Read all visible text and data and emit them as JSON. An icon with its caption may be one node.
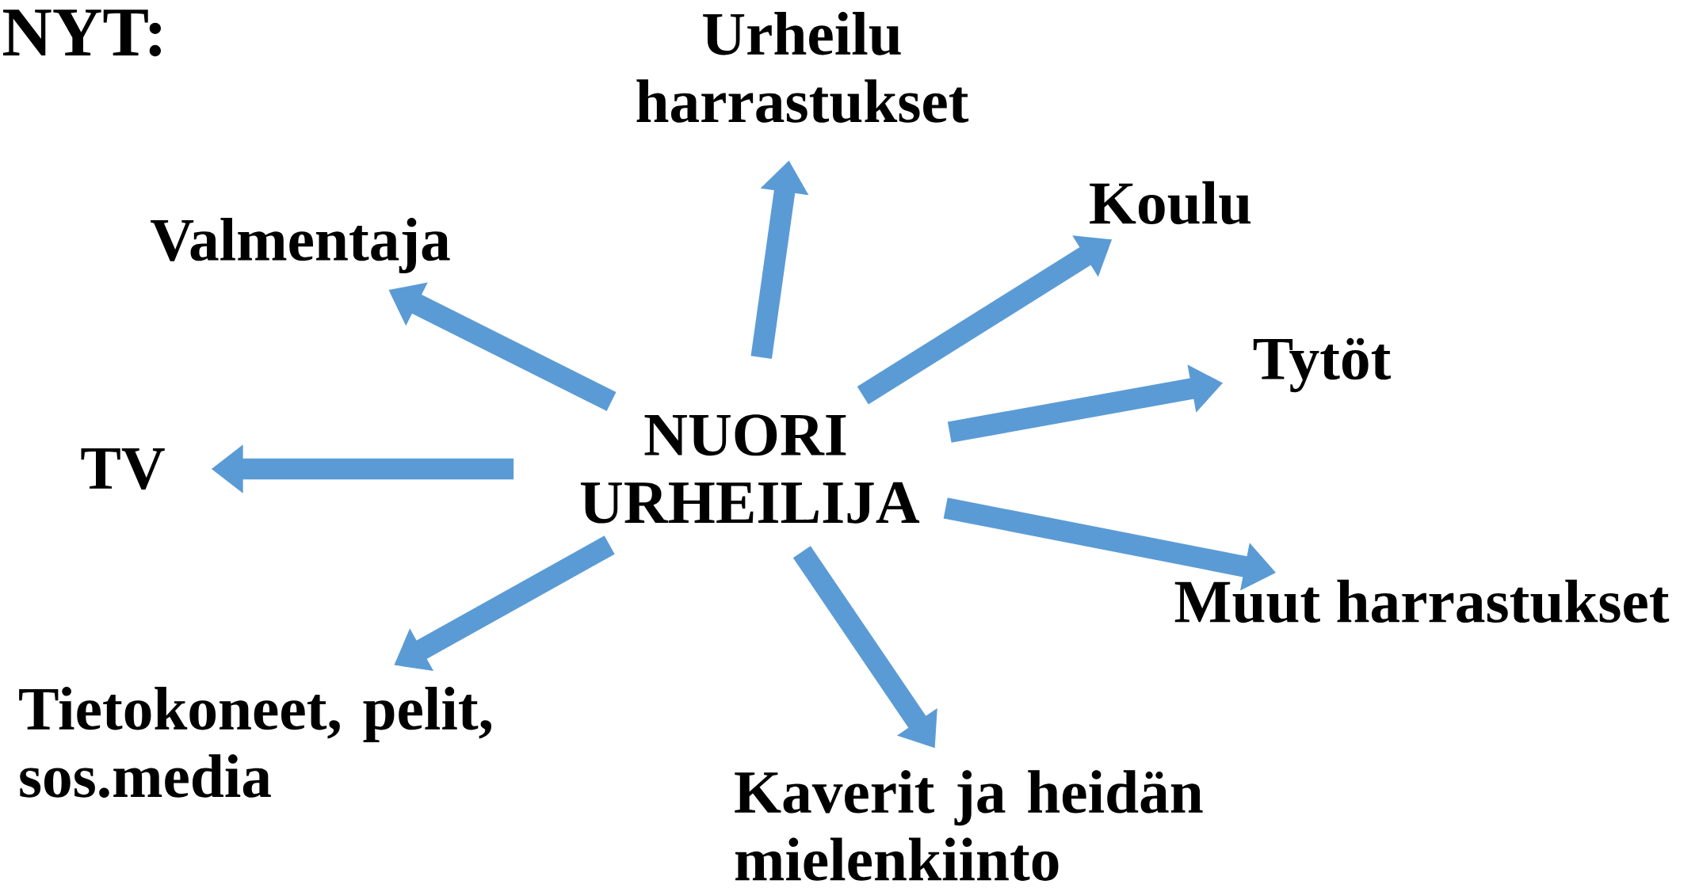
{
  "diagram": {
    "title": "NYT:",
    "nodes": [
      {
        "text": [
          "NUORI URHEILIJA"
        ]
      },
      {
        "text": [
          "Urheilu harrastukset"
        ]
      },
      {
        "text": [
          "Koulu"
        ]
      },
      {
        "text": [
          "Tytöt"
        ]
      },
      {
        "text": [
          "Muut harrastukset"
        ]
      },
      {
        "text": [
          "Kaverit ja heidän mielenkiinto"
        ]
      },
      {
        "text": [
          "Tietokoneet, pelit, sos.media"
        ]
      },
      {
        "text": [
          "TV"
        ]
      },
      {
        "text": [
          "Valmentaja"
        ]
      }
    ],
    "edges": [
      {
        "from": 0,
        "to": 1,
        "arrow": "to"
      },
      {
        "from": 0,
        "to": 2,
        "arrow": "to"
      },
      {
        "from": 0,
        "to": 3,
        "arrow": "to"
      },
      {
        "from": 0,
        "to": 4,
        "arrow": "to"
      },
      {
        "from": 0,
        "to": 5,
        "arrow": "to"
      },
      {
        "from": 0,
        "to": 6,
        "arrow": "to"
      },
      {
        "from": 0,
        "to": 7,
        "arrow": "to"
      },
      {
        "from": 0,
        "to": 8,
        "arrow": "to"
      }
    ]
  }
}
